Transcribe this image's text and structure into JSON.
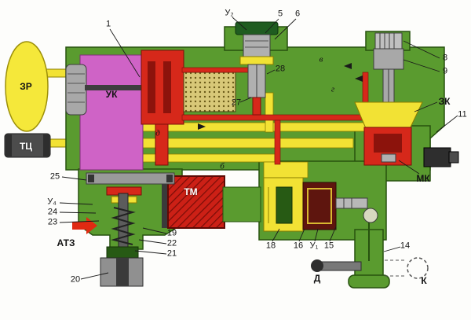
{
  "diagram": {
    "labels": {
      "zr": "ЗР",
      "tc": "ТЦ",
      "uk": "УК",
      "tm": "ТМ",
      "zk": "ЗК",
      "mk": "МК",
      "atz": "АТЗ",
      "d": "Д",
      "k": "К"
    },
    "callouts": {
      "n1": "1",
      "n5": "5",
      "n6": "6",
      "n8": "8",
      "n9": "9",
      "n11": "11",
      "n14": "14",
      "n15": "15",
      "n16": "16",
      "n18": "18",
      "n19": "19",
      "n20": "20",
      "n21": "21",
      "n22": "22",
      "n23": "23",
      "n24": "24",
      "n25": "25",
      "n27": "27",
      "n28": "28",
      "u1": "У₁",
      "u2": "У₂",
      "u4": "У₄"
    },
    "channel_letters": {
      "v": "в",
      "g": "г",
      "d": "д",
      "b": "б"
    }
  },
  "palette": {
    "body_green": "#5a9b2f",
    "detail_dark_green": "#1f5c20",
    "channel_yellow": "#f2e234",
    "chamber_magenta": "#cf63c6",
    "pressure_red": "#d6281a",
    "hatch_dark_red": "#7a0e08",
    "metal_gray": "#a8a8a8"
  }
}
